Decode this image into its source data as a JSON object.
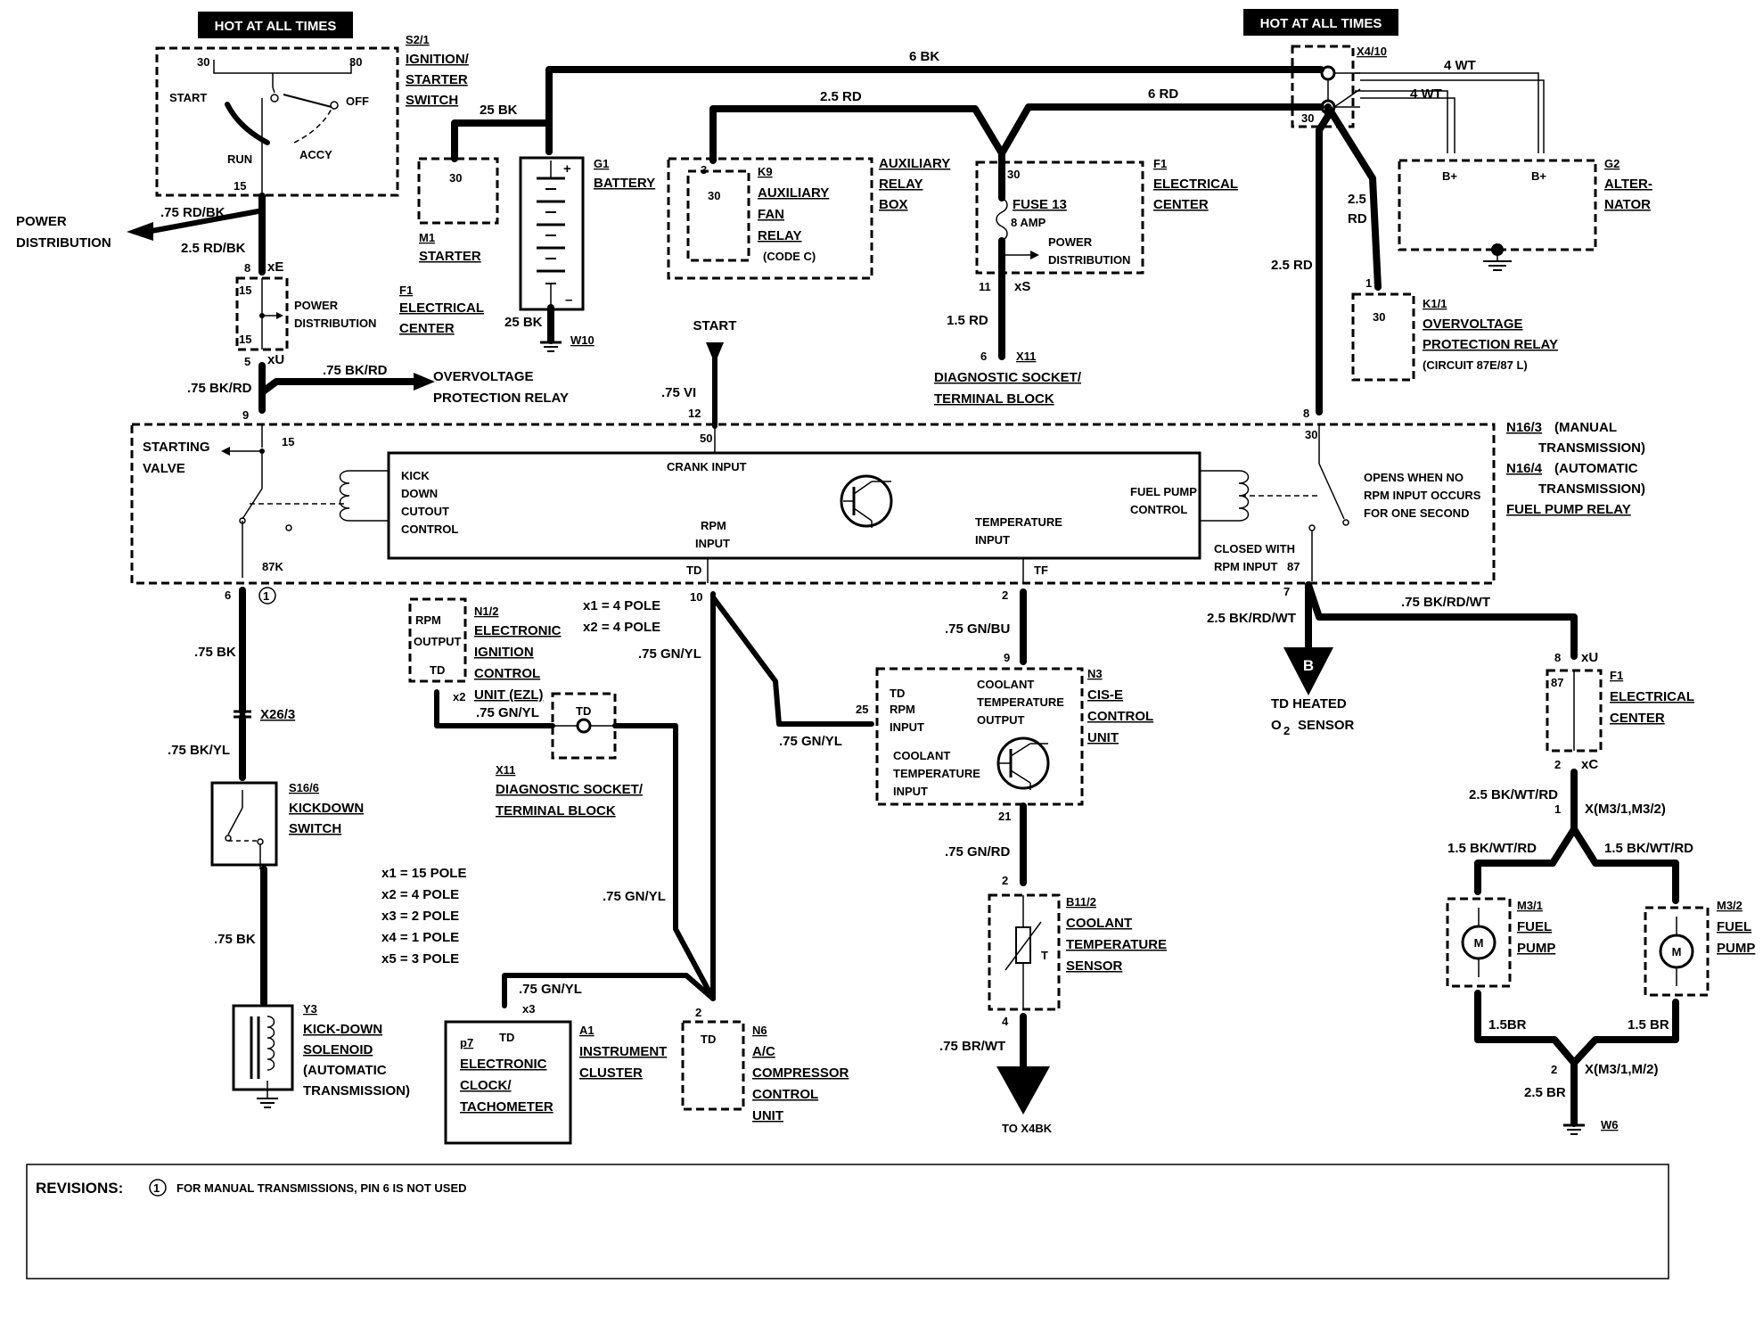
{
  "banners": {
    "hot_left": "HOT AT ALL TIMES",
    "hot_right": "HOT AT ALL TIMES"
  },
  "components": {
    "s21": {
      "id": "S2/1",
      "l1": "IGNITION/",
      "l2": "STARTER",
      "l3": "SWITCH",
      "t30": "30",
      "t30b": "30",
      "start": "START",
      "off": "OFF",
      "run": "RUN",
      "accy": "ACCY",
      "t15": "15"
    },
    "m1": {
      "id": "M1",
      "name": "STARTER",
      "t30": "30"
    },
    "g1": {
      "id": "G1",
      "name": "BATTERY"
    },
    "k9": {
      "id": "K9",
      "l1": "AUXILIARY",
      "l2": "FAN",
      "l3": "RELAY",
      "l4": "(CODE C)",
      "t30": "30",
      "t3": "3"
    },
    "aux_box": {
      "l1": "AUXILIARY",
      "l2": "RELAY",
      "l3": "BOX"
    },
    "f1_top": {
      "id": "F1",
      "l1": "ELECTRICAL",
      "l2": "CENTER",
      "t30": "30",
      "fuse": "FUSE 13",
      "amp": "8 AMP",
      "pd1": "POWER",
      "pd2": "DISTRIBUTION",
      "t11": "11",
      "xs": "xS"
    },
    "x410": {
      "id": "X4/10",
      "t30": "30"
    },
    "g2": {
      "id": "G2",
      "l1": "ALTER-",
      "l2": "NATOR",
      "b1": "B+",
      "b2": "B+"
    },
    "k11": {
      "id": "K1/1",
      "l1": "OVERVOLTAGE",
      "l2": "PROTECTION RELAY",
      "l3": "(CIRCUIT 87E/87 L)",
      "t30": "30",
      "t1": "1"
    },
    "f1_left": {
      "id": "F1",
      "l1": "ELECTRICAL",
      "l2": "CENTER",
      "pd1": "POWER",
      "pd2": "DISTRIBUTION",
      "t15a": "15",
      "t15b": "15",
      "t8": "8",
      "xe": "xE",
      "t5": "5",
      "xu": "xU"
    },
    "x11_top": {
      "id": "X11",
      "l1": "DIAGNOSTIC SOCKET/",
      "l2": "TERMINAL BLOCK",
      "t6": "6"
    },
    "n16": {
      "l1a": "N16/3",
      "l1b": "(MANUAL",
      "l2": "TRANSMISSION)",
      "l3a": "N16/4",
      "l3b": "(AUTOMATIC",
      "l4": "TRANSMISSION)",
      "l5": "FUEL PUMP RELAY",
      "starting": "STARTING",
      "valve": "VALVE",
      "kick1": "KICK",
      "kick2": "DOWN",
      "kick3": "CUTOUT",
      "kick4": "CONTROL",
      "crank": "CRANK INPUT",
      "rpm1": "RPM",
      "rpm2": "INPUT",
      "temp1": "TEMPERATURE",
      "temp2": "INPUT",
      "fp1": "FUEL PUMP",
      "fp2": "CONTROL",
      "opens1": "OPENS WHEN NO",
      "opens2": "RPM INPUT OCCURS",
      "opens3": "FOR ONE SECOND",
      "closed1": "CLOSED WITH",
      "closed2": "RPM INPUT",
      "t87": "87",
      "t87k": "87K",
      "t15": "15",
      "t50": "50",
      "t30": "30",
      "td": "TD",
      "tf": "TF"
    },
    "n12": {
      "id": "N1/2",
      "l1": "ELECTRONIC",
      "l2": "IGNITION",
      "l3": "CONTROL",
      "l4": "UNIT (EZL)",
      "rpm": "RPM",
      "out": "OUTPUT",
      "td": "TD",
      "x2": "x2"
    },
    "poles_small": {
      "p1": "x1 = 4 POLE",
      "p2": "x2 = 4 POLE"
    },
    "x11_mid": {
      "id": "X11",
      "l1": "DIAGNOSTIC SOCKET/",
      "l2": "TERMINAL BLOCK",
      "td": "TD"
    },
    "n3": {
      "id": "N3",
      "l1": "CIS-E",
      "l2": "CONTROL",
      "l3": "UNIT",
      "td": "TD",
      "rpm1": "RPM",
      "rpm2": "INPUT",
      "ct1": "COOLANT",
      "ct2": "TEMPERATURE",
      "ct3": "OUTPUT",
      "ci1": "COOLANT",
      "ci2": "TEMPERATURE",
      "ci3": "INPUT",
      "t9": "9",
      "t21": "21",
      "t25": "25"
    },
    "b112": {
      "id": "B11/2",
      "l1": "COOLANT",
      "l2": "TEMPERATURE",
      "l3": "SENSOR",
      "t": "T",
      "t2": "2",
      "t4": "4"
    },
    "s166": {
      "id": "S16/6",
      "l1": "KICKDOWN",
      "l2": "SWITCH"
    },
    "x263": {
      "id": "X26/3"
    },
    "y3": {
      "id": "Y3",
      "l1": "KICK-DOWN",
      "l2": "SOLENOID",
      "l3": "(AUTOMATIC",
      "l4": "TRANSMISSION)"
    },
    "poles_big": {
      "p1": "x1 = 15 POLE",
      "p2": "x2 = 4 POLE",
      "p3": "x3 = 2 POLE",
      "p4": "x4 = 1 POLE",
      "p5": "x5 = 3 POLE"
    },
    "p7": {
      "id": "p7",
      "l1": "ELECTRONIC",
      "l2": "CLOCK/",
      "l3": "TACHOMETER",
      "td": "TD",
      "x3": "x3"
    },
    "a1": {
      "id": "A1",
      "l1": "INSTRUMENT",
      "l2": "CLUSTER"
    },
    "n6": {
      "id": "N6",
      "l1": "A/C",
      "l2": "COMPRESSOR",
      "l3": "CONTROL",
      "l4": "UNIT",
      "td": "TD",
      "t2": "2"
    },
    "f1_right": {
      "id": "F1",
      "l1": "ELECTRICAL",
      "l2": "CENTER",
      "t8": "8",
      "xu": "xU",
      "t87": "87",
      "t2": "2",
      "xc": "xC"
    },
    "xm": {
      "top": "X(M3/1,M3/2)",
      "bot": "X(M3/1,M/2)",
      "t1": "1",
      "t2": "2"
    },
    "m31": {
      "id": "M3/1",
      "l1": "FUEL",
      "l2": "PUMP",
      "m": "M"
    },
    "m32": {
      "id": "M3/2",
      "l1": "FUEL",
      "l2": "PUMP",
      "m": "M"
    },
    "w6": {
      "id": "W6"
    },
    "w10": {
      "id": "W10"
    }
  },
  "wires": {
    "bk6": "6 BK",
    "rd25_top": "2.5 RD",
    "rd6": "6 RD",
    "wt4a": "4 WT",
    "wt4b": "4 WT",
    "bk25_top": "25 BK",
    "bk25_bot": "25 BK",
    "rd25_right": "2.5",
    "rd25_right2": "RD",
    "rd25_long": "2.5 RD",
    "rdbk75": ".75 RD/BK",
    "rdbk25": "2.5 RD/BK",
    "bkrd75a": ".75 BK/RD",
    "bkrd75b": ".75 BK/RD",
    "rd15": "1.5 RD",
    "vi75": ".75 VI",
    "t12": "12",
    "t9": "9",
    "t8": "8",
    "t6": "6",
    "t10": "10",
    "t2": "2",
    "t7": "7",
    "bk75a": ".75 BK",
    "bkyl75": ".75 BK/YL",
    "bk75b": ".75 BK",
    "gnyl75a": ".75 GN/YL",
    "gnyl75b": ".75 GN/YL",
    "gnyl75c": ".75 GN/YL",
    "gnyl75d": ".75 GN/YL",
    "gnyl75e": ".75 GN/YL",
    "gnbu75": ".75 GN/BU",
    "gnrd75": ".75 GN/RD",
    "brwt75": ".75 BR/WT",
    "bkrdwt25": "2.5 BK/RD/WT",
    "bkrdwt75": ".75 BK/RD/WT",
    "bkwtrd25": "2.5 BK/WT/RD",
    "bkwtrd15a": "1.5 BK/WT/RD",
    "bkwtrd15b": "1.5 BK/WT/RD",
    "br15a": "1.5BR",
    "br15b": "1.5 BR",
    "br25": "2.5 BR"
  },
  "labels": {
    "power_dist1": "POWER",
    "power_dist2": "DISTRIBUTION",
    "ovp1": "OVERVOLTAGE",
    "ovp2": "PROTECTION RELAY",
    "start": "START",
    "td_heated1": "TD HEATED",
    "td_heated2": "SENSOR",
    "o2": "O",
    "o2sub": "2",
    "b_conn": "B",
    "to_x4": "TO X4BK",
    "circle1": "1"
  },
  "revisions": {
    "title": "REVISIONS:",
    "num": "1",
    "text": "FOR MANUAL TRANSMISSIONS, PIN 6 IS NOT USED"
  }
}
